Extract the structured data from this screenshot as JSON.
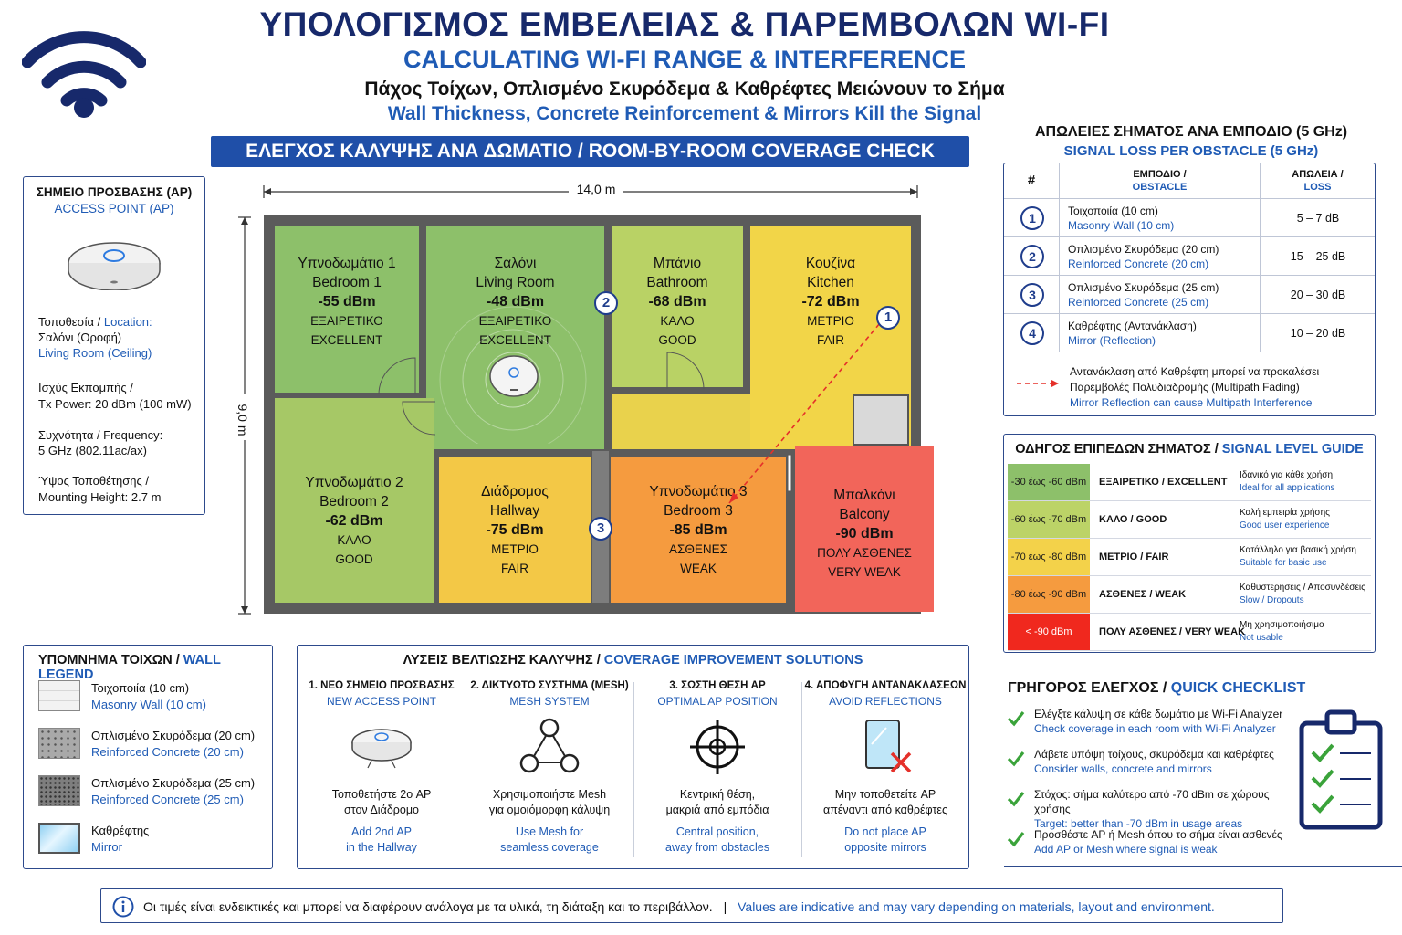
{
  "header": {
    "title_gr": "ΥΠΟΛΟΓΙΣΜΟΣ ΕΜΒΕΛΕΙΑΣ & ΠΑΡΕΜΒΟΛΩΝ WI-FI",
    "title_en": "CALCULATING WI-FI RANGE & INTERFERENCE",
    "subtitle_gr": "Πάχος Τοίχων, Οπλισμένο Σκυρόδεμα & Καθρέφτες Μειώνουν το Σήμα",
    "subtitle_en": "Wall Thickness, Concrete Reinforcement & Mirrors Kill the Signal"
  },
  "room_banner": "ΕΛΕΓΧΟΣ ΚΑΛΥΨΗΣ ΑΝΑ ΔΩΜΑΤΙΟ / ROOM-BY-ROOM COVERAGE CHECK",
  "ap": {
    "title_gr": "ΣΗΜΕΙΟ ΠΡΟΣΒΑΣΗΣ (AP)",
    "title_en": "ACCESS POINT (AP)",
    "location_label_gr": "Τοποθεσία",
    "location_label_en": "Location:",
    "location_gr": "Σαλόνι (Οροφή)",
    "location_en": "Living Room (Ceiling)",
    "power_label": "Ισχύς Εκπομπής /",
    "power_value": "Tx Power: 20 dBm (100 mW)",
    "freq_label": "Συχνότητα / Frequency:",
    "freq_value": "5 GHz (802.11ac/ax)",
    "height_label": "Ύψος Τοποθέτησης /",
    "height_value": "Mounting Height: 2.7 m"
  },
  "plan": {
    "width_label": "14,0 m",
    "height_label": "9,0 m",
    "rooms": [
      {
        "gr": "Υπνοδωμάτιο 1",
        "en": "Bedroom 1",
        "dbm": "-55 dBm",
        "q_gr": "ΕΞΑΙΡΕΤΙΚΟ",
        "q_en": "EXCELLENT",
        "color": "#8dc06a"
      },
      {
        "gr": "Σαλόνι",
        "en": "Living Room",
        "dbm": "-48 dBm",
        "q_gr": "ΕΞΑΙΡΕΤΙΚΟ",
        "q_en": "EXCELLENT",
        "color": "#8dc06a"
      },
      {
        "gr": "Μπάνιο",
        "en": "Bathroom",
        "dbm": "-68 dBm",
        "q_gr": "ΚΑΛΟ",
        "q_en": "GOOD",
        "color": "#b9d265"
      },
      {
        "gr": "Κουζίνα",
        "en": "Kitchen",
        "dbm": "-72 dBm",
        "q_gr": "ΜΕΤΡΙΟ",
        "q_en": "FAIR",
        "color": "#f2d548"
      },
      {
        "gr": "Υπνοδωμάτιο 2",
        "en": "Bedroom 2",
        "dbm": "-62 dBm",
        "q_gr": "ΚΑΛΟ",
        "q_en": "GOOD",
        "color": "#a6c866"
      },
      {
        "gr": "Διάδρομος",
        "en": "Hallway",
        "dbm": "-75 dBm",
        "q_gr": "ΜΕΤΡΙΟ",
        "q_en": "FAIR",
        "color": "#f3c846"
      },
      {
        "gr": "Υπνοδωμάτιο 3",
        "en": "Bedroom 3",
        "dbm": "-85 dBm",
        "q_gr": "ΑΣΘΕΝΕΣ",
        "q_en": "WEAK",
        "color": "#f59b3f"
      },
      {
        "gr": "Μπαλκόνι",
        "en": "Balcony",
        "dbm": "-90 dBm",
        "q_gr": "ΠΟΛΥ ΑΣΘΕΝΕΣ",
        "q_en": "VERY WEAK",
        "color": "#f2655a"
      }
    ],
    "markers": [
      "2",
      "1",
      "3"
    ]
  },
  "obstacles": {
    "title_gr": "ΑΠΩΛΕΙΕΣ ΣΗΜΑΤΟΣ ΑΝΑ ΕΜΠΟΔΙΟ (5 GHz)",
    "title_en": "SIGNAL LOSS PER OBSTACLE (5 GHz)",
    "col_num": "#",
    "col_obstacle_gr": "ΕΜΠΟΔΙΟ /",
    "col_obstacle_en": "OBSTACLE",
    "col_loss_gr": "ΑΠΩΛΕΙΑ /",
    "col_loss_en": "LOSS",
    "rows": [
      {
        "num": "1",
        "gr": "Τοιχοποιία (10 cm)",
        "en": "Masonry Wall (10 cm)",
        "loss": "5 – 7 dB"
      },
      {
        "num": "2",
        "gr": "Οπλισμένο Σκυρόδεμα (20 cm)",
        "en": "Reinforced Concrete (20 cm)",
        "loss": "15 – 25 dB"
      },
      {
        "num": "3",
        "gr": "Οπλισμένο Σκυρόδεμα (25 cm)",
        "en": "Reinforced Concrete (25 cm)",
        "loss": "20 – 30 dB"
      },
      {
        "num": "4",
        "gr": "Καθρέφτης (Αντανάκλαση)",
        "en": "Mirror (Reflection)",
        "loss": "10 – 20 dB"
      }
    ],
    "note_gr1": "Αντανάκλαση από Καθρέφτη μπορεί να προκαλέσει",
    "note_gr2": "Παρεμβολές Πολυδιαδρομής (Multipath Fading)",
    "note_en": "Mirror Reflection can cause Multipath Interference"
  },
  "signal_guide": {
    "title_gr": "ΟΔΗΓΟΣ ΕΠΙΠΕΔΩΝ ΣΗΜΑΤΟΣ /",
    "title_en": "SIGNAL LEVEL GUIDE",
    "rows": [
      {
        "range": "-30 έως -60 dBm",
        "label": "ΕΞΑΙΡΕΤΙΚΟ / EXCELLENT",
        "gr": "Ιδανικό για κάθε χρήση",
        "en": "Ideal for all applications",
        "color": "#8dc06a",
        "text": "#1a1a1a"
      },
      {
        "range": "-60 έως -70 dBm",
        "label": "ΚΑΛΟ / GOOD",
        "gr": "Καλή εμπειρία χρήσης",
        "en": "Good user experience",
        "color": "#bcd367",
        "text": "#1a1a1a"
      },
      {
        "range": "-70 έως -80 dBm",
        "label": "ΜΕΤΡΙΟ / FAIR",
        "gr": "Κατάλληλο για βασική χρήση",
        "en": "Suitable for basic use",
        "color": "#f3d24a",
        "text": "#1a1a1a"
      },
      {
        "range": "-80 έως -90 dBm",
        "label": "ΑΣΘΕΝΕΣ / WEAK",
        "gr": "Καθυστερήσεις / Αποσυνδέσεις",
        "en": "Slow / Dropouts",
        "color": "#f59b3f",
        "text": "#1a1a1a"
      },
      {
        "range": "< -90 dBm",
        "label": "ΠΟΛΥ ΑΣΘΕΝΕΣ / VERY WEAK",
        "gr": "Μη χρησιμοποιήσιμο",
        "en": "Not usable",
        "color": "#f0281e",
        "text": "#ffffff"
      }
    ]
  },
  "wall_legend": {
    "title_gr": "ΥΠΟΜΝΗΜΑ ΤΟΙΧΩΝ /",
    "title_en": "WALL LEGEND",
    "items": [
      {
        "gr": "Τοιχοποιία (10 cm)",
        "en": "Masonry Wall (10 cm)"
      },
      {
        "gr": "Οπλισμένο Σκυρόδεμα (20 cm)",
        "en": "Reinforced Concrete (20 cm)"
      },
      {
        "gr": "Οπλισμένο Σκυρόδεμα (25 cm)",
        "en": "Reinforced Concrete (25 cm)"
      },
      {
        "gr": "Καθρέφτης",
        "en": "Mirror"
      }
    ]
  },
  "solutions": {
    "title_gr": "ΛΥΣΕΙΣ ΒΕΛΤΙΩΣΗΣ ΚΑΛΥΨΗΣ /",
    "title_en": "COVERAGE IMPROVEMENT SOLUTIONS",
    "items": [
      {
        "t_gr": "1. ΝΕΟ ΣΗΜΕΙΟ ΠΡΟΣΒΑΣΗΣ",
        "t_en": "NEW ACCESS POINT",
        "d_gr1": "Τοποθετήστε 2ο AP",
        "d_gr2": "στον Διάδρομο",
        "d_en1": "Add 2nd AP",
        "d_en2": "in the Hallway",
        "icon": "access-point-icon"
      },
      {
        "t_gr": "2. ΔΙΚΤΥΩΤΟ ΣΥΣΤΗΜΑ (MESH)",
        "t_en": "MESH SYSTEM",
        "d_gr1": "Χρησιμοποιήστε Mesh",
        "d_gr2": "για ομοιόμορφη κάλυψη",
        "d_en1": "Use Mesh for",
        "d_en2": "seamless coverage",
        "icon": "mesh-network-icon"
      },
      {
        "t_gr": "3. ΣΩΣΤΗ ΘΕΣΗ AP",
        "t_en": "OPTIMAL AP POSITION",
        "d_gr1": "Κεντρική θέση,",
        "d_gr2": "μακριά από εμπόδια",
        "d_en1": "Central position,",
        "d_en2": "away from obstacles",
        "icon": "crosshair-icon"
      },
      {
        "t_gr": "4. ΑΠΟΦΥΓΗ ΑΝΤΑΝΑΚΛΑΣΕΩΝ",
        "t_en": "AVOID REFLECTIONS",
        "d_gr1": "Μην τοποθετείτε AP",
        "d_gr2": "απέναντι από καθρέφτες",
        "d_en1": "Do not place AP",
        "d_en2": "opposite mirrors",
        "icon": "mirror-cross-icon"
      }
    ]
  },
  "checklist": {
    "title_gr": "ΓΡΗΓΟΡΟΣ ΕΛΕΓΧΟΣ /",
    "title_en": "QUICK CHECKLIST",
    "items": [
      {
        "gr": "Ελέγξτε κάλυψη σε κάθε δωμάτιο με Wi-Fi Analyzer",
        "en": "Check coverage in each room with Wi-Fi Analyzer"
      },
      {
        "gr": "Λάβετε υπόψη τοίχους, σκυρόδεμα και καθρέφτες",
        "en": "Consider walls, concrete and mirrors"
      },
      {
        "gr": "Στόχος: σήμα καλύτερο από -70 dBm σε χώρους χρήσης",
        "en": "Target: better than -70 dBm in usage areas"
      },
      {
        "gr": "Προσθέστε AP ή Mesh όπου το σήμα είναι ασθενές",
        "en": "Add AP or Mesh where signal is weak"
      }
    ]
  },
  "footer": {
    "gr": "Οι τιμές είναι ενδεικτικές και μπορεί να διαφέρουν ανάλογα με τα υλικά, τη διάταξη και το περιβάλλον.",
    "sep": "|",
    "en": "Values are indicative and may vary depending on materials, layout and environment."
  }
}
